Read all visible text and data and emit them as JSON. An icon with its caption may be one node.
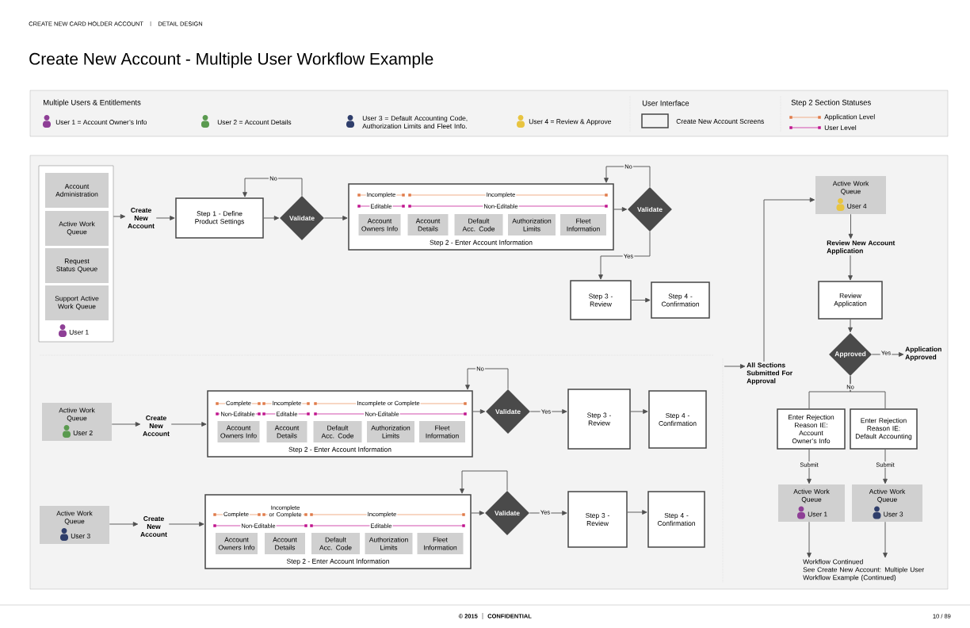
{
  "diagram": {
    "title": "Create New Account - Multiple User Workflow Example",
    "nodes": [
      {
        "text": [
          "User 1"
        ]
      },
      {
        "text": [
          "Account Administration"
        ],
        "in": 0
      },
      {
        "text": [
          "Active Work Queue"
        ],
        "in": 0
      },
      {
        "text": [
          "Request Status Queue"
        ],
        "in": 0
      },
      {
        "text": [
          "Support Active Work Queue"
        ],
        "in": 0
      },
      {
        "text": [
          "Create New Account"
        ]
      },
      {
        "text": [
          "Step 1 - Define Product Settings"
        ]
      },
      {
        "text": [
          "Validate"
        ]
      },
      {
        "text": [
          "Incomplete",
          "Incomplete",
          "Editable",
          "Non-Editable",
          "Step 2 - Enter Account Information"
        ]
      },
      {
        "text": [
          "Account Owners Info"
        ],
        "in": 8
      },
      {
        "text": [
          "Account Details"
        ],
        "in": 8
      },
      {
        "text": [
          "Default Acc. Code"
        ],
        "in": 8
      },
      {
        "text": [
          "Authorization Limits"
        ],
        "in": 8
      },
      {
        "text": [
          "Fleet Information"
        ],
        "in": 8
      },
      {
        "text": [
          "Validate"
        ]
      },
      {
        "text": [
          "Step 3 - Review"
        ]
      },
      {
        "text": [
          "Step 4 - Confirmation"
        ]
      },
      {
        "text": [
          "Active Work Queue",
          "User 2"
        ]
      },
      {
        "text": [
          "Create New Account"
        ]
      },
      {
        "text": [
          "Complete",
          "Incomplete",
          "Incomplete or Complete",
          "Non-Editable",
          "Editable",
          "Non-Editable",
          "Step 2 - Enter Account Information"
        ]
      },
      {
        "text": [
          "Account Owners Info"
        ],
        "in": 19
      },
      {
        "text": [
          "Account Details"
        ],
        "in": 19
      },
      {
        "text": [
          "Default Acc. Code"
        ],
        "in": 19
      },
      {
        "text": [
          "Authorization Limits"
        ],
        "in": 19
      },
      {
        "text": [
          "Fleet Information"
        ],
        "in": 19
      },
      {
        "text": [
          "Validate"
        ]
      },
      {
        "text": [
          "Step 3 - Review"
        ]
      },
      {
        "text": [
          "Step 4 - Confirmation"
        ]
      },
      {
        "text": [
          "Active Work Queue",
          "User 3"
        ]
      },
      {
        "text": [
          "Create New Account"
        ]
      },
      {
        "text": [
          "Complete",
          "Incomplete or Complete",
          "Incomplete",
          "Non-Editable",
          "Editable",
          "Step 2 - Enter Account Information"
        ]
      },
      {
        "text": [
          "Account Owners Info"
        ],
        "in": 30
      },
      {
        "text": [
          "Account Details"
        ],
        "in": 30
      },
      {
        "text": [
          "Default Acc. Code"
        ],
        "in": 30
      },
      {
        "text": [
          "Authorization Limits"
        ],
        "in": 30
      },
      {
        "text": [
          "Fleet Information"
        ],
        "in": 30
      },
      {
        "text": [
          "Validate"
        ]
      },
      {
        "text": [
          "Step 3 - Review"
        ]
      },
      {
        "text": [
          "Step 4 - Confirmation"
        ]
      },
      {
        "text": [
          "All Sections Submitted For Approval"
        ]
      },
      {
        "text": [
          "Active Work Queue",
          "User 4"
        ]
      },
      {
        "text": [
          "Review New Account Application"
        ]
      },
      {
        "text": [
          "Review Application"
        ]
      },
      {
        "text": [
          "Approved"
        ]
      },
      {
        "text": [
          "Application Approved"
        ]
      },
      {
        "text": [
          "Enter Rejection Reason IE: Account Owner’s Info"
        ]
      },
      {
        "text": [
          "Enter Rejection Reason IE: Default Accounting"
        ]
      },
      {
        "text": [
          "Active Work Queue",
          "User 1"
        ]
      },
      {
        "text": [
          "Active Work Queue",
          "User 3"
        ]
      },
      {
        "text": [
          "Workflow Continued",
          "See Create New Account: Multiple User Workflow Example (Continued)"
        ]
      }
    ],
    "edges": [
      {
        "from": 0,
        "to": 5,
        "arrow": "to"
      },
      {
        "from": 5,
        "to": 6,
        "arrow": "to"
      },
      {
        "from": 6,
        "to": 7,
        "arrow": "to"
      },
      {
        "from": 7,
        "to": 6,
        "arrow": "to",
        "label": "No"
      },
      {
        "from": 7,
        "to": 8,
        "arrow": "to"
      },
      {
        "from": 8,
        "to": 14,
        "arrow": "to"
      },
      {
        "from": 14,
        "to": 8,
        "arrow": "to",
        "label": "No"
      },
      {
        "from": 14,
        "to": 15,
        "arrow": "to",
        "label": "Yes"
      },
      {
        "from": 15,
        "to": 16,
        "arrow": "to"
      },
      {
        "from": 17,
        "to": 18,
        "arrow": "to"
      },
      {
        "from": 18,
        "to": 19,
        "arrow": "to"
      },
      {
        "from": 19,
        "to": 25,
        "arrow": "to"
      },
      {
        "from": 25,
        "to": 19,
        "arrow": "to",
        "label": "No"
      },
      {
        "from": 25,
        "to": 26,
        "arrow": "to",
        "label": "Yes"
      },
      {
        "from": 26,
        "to": 27,
        "arrow": "to"
      },
      {
        "from": 28,
        "to": 29,
        "arrow": "to"
      },
      {
        "from": 29,
        "to": 30,
        "arrow": "to"
      },
      {
        "from": 30,
        "to": 36,
        "arrow": "to"
      },
      {
        "from": 36,
        "to": 30,
        "arrow": "to"
      },
      {
        "from": 36,
        "to": 37,
        "arrow": "to",
        "label": "Yes"
      },
      {
        "from": 37,
        "to": 38,
        "arrow": "to"
      },
      {
        "from": null,
        "to": 39,
        "arrow": "to"
      },
      {
        "from": 39,
        "to": 40,
        "arrow": "to"
      },
      {
        "from": 40,
        "to": 41,
        "arrow": "to"
      },
      {
        "from": 41,
        "to": 42,
        "arrow": "to"
      },
      {
        "from": 42,
        "to": 43,
        "arrow": "to"
      },
      {
        "from": 43,
        "to": 44,
        "arrow": "to",
        "label": "Yes"
      },
      {
        "from": 43,
        "to": 45,
        "arrow": "none",
        "label": "No"
      },
      {
        "from": 43,
        "to": 46,
        "arrow": "none"
      },
      {
        "from": 45,
        "to": 47,
        "arrow": "to",
        "label": "Submit"
      },
      {
        "from": 46,
        "to": 48,
        "arrow": "to",
        "label": "Submit"
      },
      {
        "from": 47,
        "to": 49,
        "arrow": "to"
      },
      {
        "from": 48,
        "to": 49,
        "arrow": "to"
      }
    ],
    "labels": [
      "CREATE NEW CARD HOLDER ACCOUNT",
      "DETAIL DESIGN",
      "Multiple Users & Entitlements",
      "User Interface",
      "Step 2 Section Statuses",
      "© 2015",
      "CONFIDENTIAL",
      "10 / 89"
    ],
    "legend": [
      {
        "text": "User 1 =  Account Owner’s Info",
        "color": "#8e3f96"
      },
      {
        "text": "User 2 =  Account Details",
        "color": "#5a9a4f"
      },
      {
        "text": "User 3 =  Default Accounting Code, Authorization Limits and Fleet Info.",
        "color": "#2f3e6b"
      },
      {
        "text": "User 4 =  Review & Approve",
        "color": "#e8c440"
      },
      {
        "text": "Create New Account Screens"
      },
      {
        "text": "Application Level"
      },
      {
        "text": "User Level"
      }
    ]
  }
}
